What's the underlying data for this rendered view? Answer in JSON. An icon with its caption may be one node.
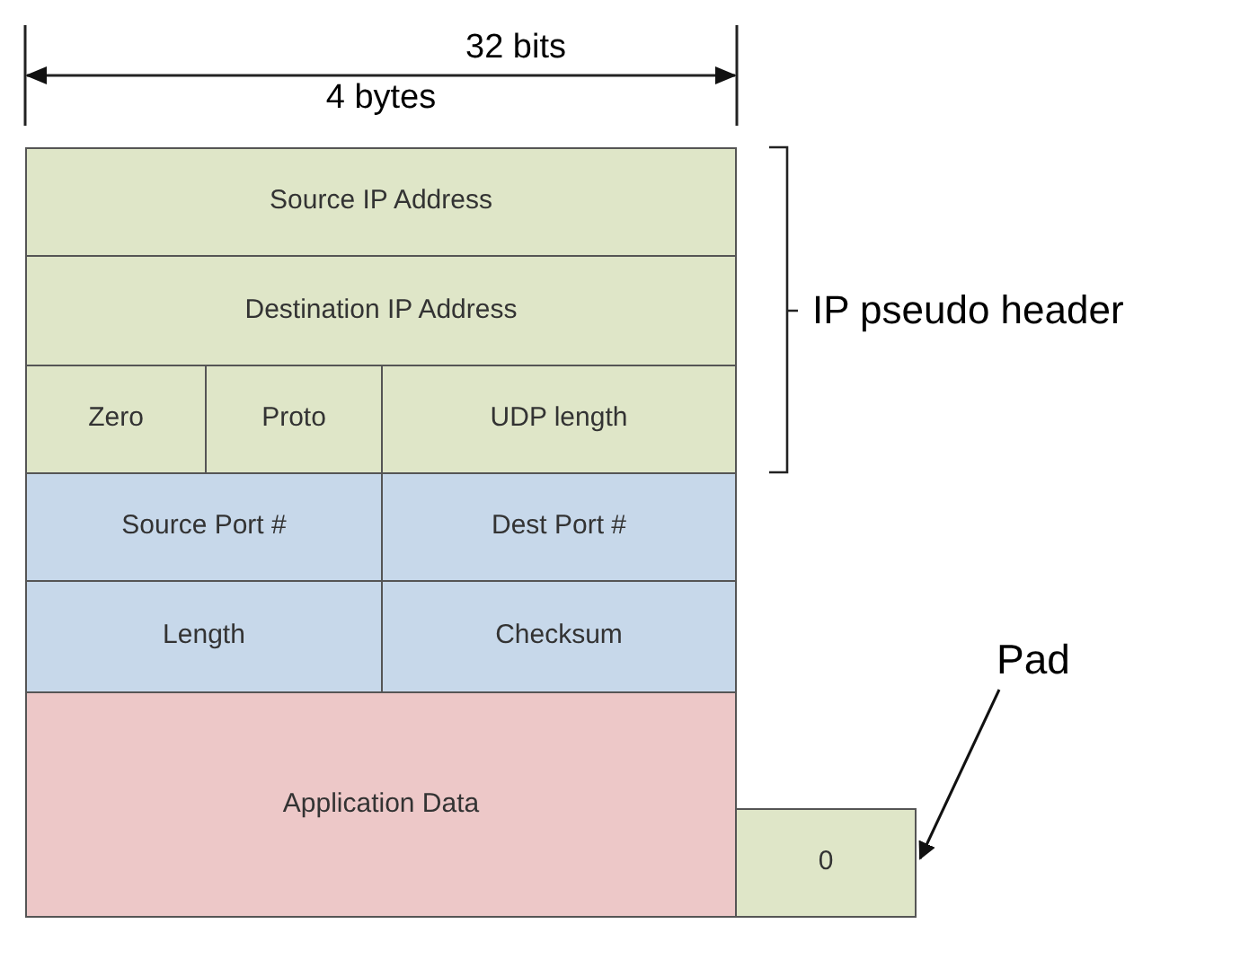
{
  "diagram": {
    "nodes": [
      {
        "text": [
          "Source IP Address"
        ]
      },
      {
        "text": [
          "Destination IP Address"
        ]
      },
      {
        "text": [
          "Zero"
        ]
      },
      {
        "text": [
          "Proto"
        ]
      },
      {
        "text": [
          "UDP length"
        ]
      },
      {
        "text": [
          "Source Port #"
        ]
      },
      {
        "text": [
          "Dest Port #"
        ]
      },
      {
        "text": [
          "Length"
        ]
      },
      {
        "text": [
          "Checksum"
        ]
      },
      {
        "text": [
          "Application Data"
        ]
      },
      {
        "text": [
          "0"
        ]
      },
      {
        "text": [
          "Pad"
        ]
      }
    ],
    "edges": [
      {
        "from": 11,
        "to": 10,
        "arrow": "to"
      }
    ],
    "labels": [
      "32 bits",
      "4 bytes",
      "IP pseudo header"
    ]
  }
}
